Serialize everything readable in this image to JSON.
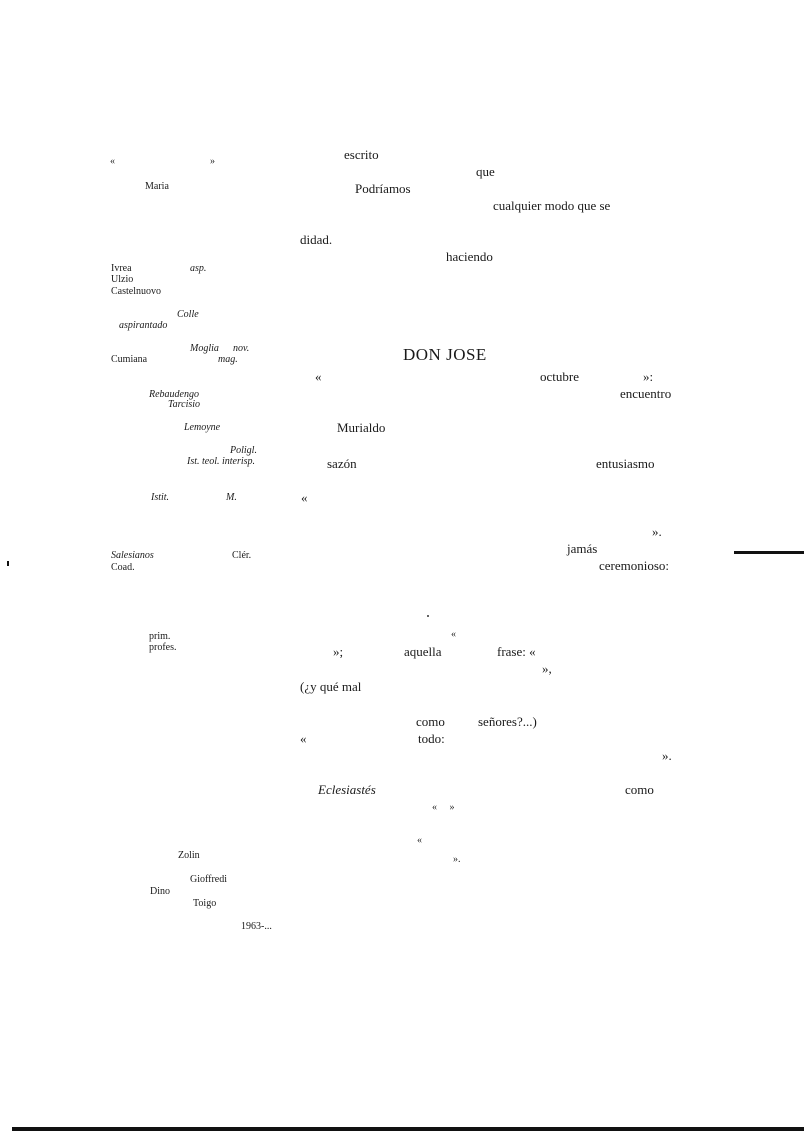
{
  "sidebar": {
    "quote_open": "«",
    "quote_close": "»",
    "maria": "Maria",
    "ivrea": "Ivrea",
    "asp": "asp.",
    "ulzio": "Ulzio",
    "castelnuovo": "Castelnuovo",
    "colle": "Colle",
    "aspirantado": "aspirantado",
    "moglia": "Moglia",
    "nov": "nov.",
    "cumiana": "Cumiana",
    "mag": "mag.",
    "rebaudengo": "Rebaudengo",
    "tarcisio": "Tarcisio",
    "lemoyne": "Lemoyne",
    "poligl": "Poligl.",
    "ist_teol": "Ist. teol. interisp.",
    "istit": "Istit.",
    "m": "M.",
    "salesianos": "Salesianos",
    "cler": "Clér.",
    "coad": "Coad.",
    "prim": "prim.",
    "profes": "profes.",
    "zolin": "Zolin",
    "gioffredi": "Gioffredi",
    "dino": "Dino",
    "toigo": "Toigo",
    "year": "1963-..."
  },
  "main": {
    "escrito": "escrito",
    "que": "que",
    "podriamos": "Podríamos",
    "cualquier": "cualquier modo que se",
    "didad": "didad.",
    "haciendo": "haciendo",
    "heading": "DON JOSE",
    "q1": "«",
    "octubre": "octubre",
    "q2": "»:",
    "encuentro": "encuentro",
    "murialdo": "Murialdo",
    "sazon": "sazón",
    "entusiasmo": "entusiasmo",
    "q3": "«",
    "q4": "».",
    "jamas": "jamás",
    "ceremonioso": "ceremonioso:",
    "q5": "«",
    "q6": "»;",
    "aquella": "aquella",
    "frase": "frase: «",
    "q7": "»,",
    "ymal": "(¿y qué mal",
    "como1": "como",
    "senores": "señores?...)",
    "q8": "«",
    "todo": "todo:",
    "q9": "».",
    "eclesiastes": "Eclesiastés",
    "como2": "como",
    "q10": "«     »",
    "q11": "«",
    "q12": "»."
  }
}
